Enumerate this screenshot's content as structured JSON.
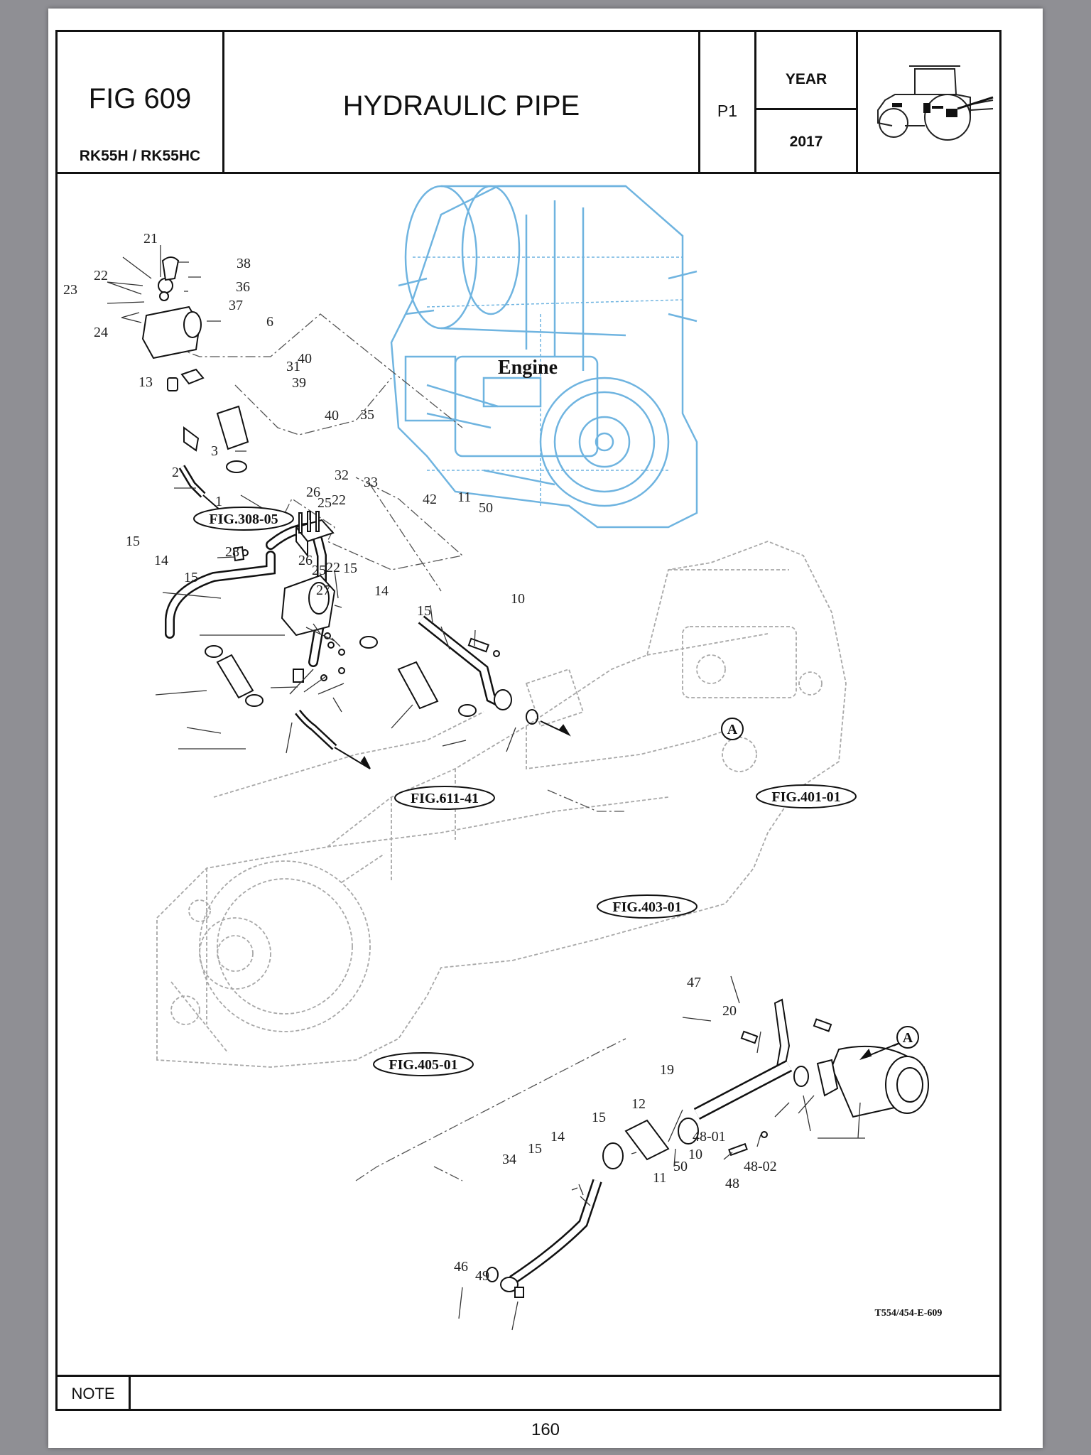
{
  "header": {
    "fig_number": "FIG 609",
    "model": "RK55H / RK55HC",
    "title": "HYDRAULIC PIPE",
    "page_code": "P1",
    "year_label": "YEAR",
    "year_value": "2017"
  },
  "diagram": {
    "engine_label": "Engine",
    "drawing_code": "T554/454-E-609",
    "references": {
      "fig_308": "FIG.308-05",
      "fig_611": "FIG.611-41",
      "fig_401": "FIG.401-01",
      "fig_403": "FIG.403-01",
      "fig_405": "FIG.405-01"
    },
    "connection_marker": "A",
    "callouts": {
      "c21": "21",
      "c38": "38",
      "c22a": "22",
      "c36": "36",
      "c23": "23",
      "c37": "37",
      "c24": "24",
      "c6": "6",
      "c40a": "40",
      "c13": "13",
      "c39": "39",
      "c31": "31",
      "c40b": "40",
      "c35": "35",
      "c3": "3",
      "c32": "32",
      "c2": "2",
      "c33": "33",
      "c26a": "26",
      "c25a": "25",
      "c22b": "22",
      "c1": "1",
      "c42": "42",
      "c11a": "11",
      "c50a": "50",
      "c15a": "15",
      "c28": "28",
      "c14a": "14",
      "c26b": "26",
      "c25b": "25",
      "c22c": "22",
      "c15b": "15",
      "c15c": "15",
      "c27": "27",
      "c14b": "14",
      "c15d": "15",
      "c10a": "10",
      "c47": "47",
      "c20": "20",
      "c19": "19",
      "c12": "12",
      "c15e": "15",
      "c14c": "14",
      "c15f": "15",
      "c34": "34",
      "c48_01": "48-01",
      "c10b": "10",
      "c48_02": "48-02",
      "c11b": "11",
      "c50b": "50",
      "c48": "48",
      "c46": "46",
      "c49": "49"
    }
  },
  "footer": {
    "note_label": "NOTE",
    "page_number": "160"
  }
}
